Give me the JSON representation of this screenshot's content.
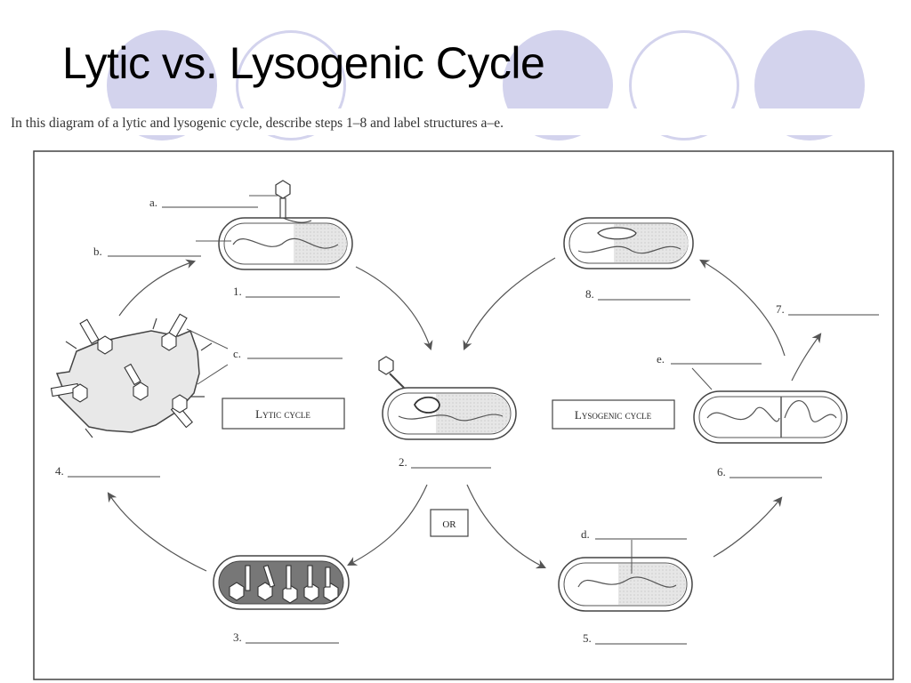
{
  "slide": {
    "title": "Lytic vs. Lysogenic Cycle",
    "instructions": "In this diagram of a lytic and lysogenic cycle, describe  steps 1–8 and label structures a–e."
  },
  "colors": {
    "accent_circle": "#d3d3ed",
    "line": "#555555",
    "cell_fill": "#e4e4e4"
  },
  "diagram": {
    "structure_labels": {
      "a": "a.",
      "b": "b.",
      "c": "c.",
      "d": "d.",
      "e": "e."
    },
    "step_labels": {
      "s1": "1.",
      "s2": "2.",
      "s3": "3.",
      "s4": "4.",
      "s5": "5.",
      "s6": "6.",
      "s7": "7.",
      "s8": "8."
    },
    "boxes": {
      "lytic": "Lytic cycle",
      "lysogenic": "Lysogenic cycle",
      "or": "OR"
    }
  }
}
